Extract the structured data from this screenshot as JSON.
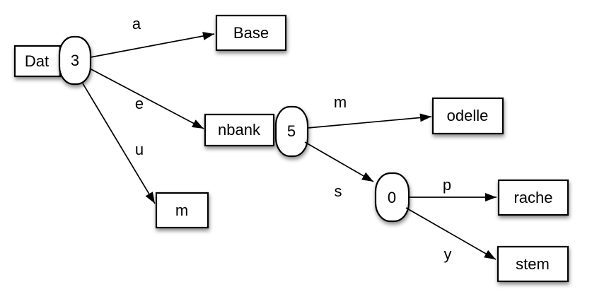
{
  "diagram": {
    "kind": "patricia-trie",
    "colors": {
      "background": "#ffffff",
      "node_fill": "#ffffff",
      "stroke": "#000000",
      "shadow": "#b0b0b0"
    },
    "nodes": {
      "dat": {
        "label": "Dat",
        "shape": "rect"
      },
      "n3": {
        "label": "3",
        "shape": "capsule"
      },
      "base": {
        "label": "Base",
        "shape": "rect"
      },
      "nbank": {
        "label": "nbank",
        "shape": "rect"
      },
      "n5": {
        "label": "5",
        "shape": "capsule"
      },
      "mleaf": {
        "label": "m",
        "shape": "rect"
      },
      "odelle": {
        "label": "odelle",
        "shape": "rect"
      },
      "n0": {
        "label": "0",
        "shape": "capsule"
      },
      "rache": {
        "label": "rache",
        "shape": "rect"
      },
      "stem": {
        "label": "stem",
        "shape": "rect"
      }
    },
    "edges": [
      {
        "from": "Dat(3)",
        "to": "Base",
        "label": "a"
      },
      {
        "from": "Dat(3)",
        "to": "nbank(5)",
        "label": "e"
      },
      {
        "from": "Dat(3)",
        "to": "m",
        "label": "u"
      },
      {
        "from": "nbank(5)",
        "to": "odelle",
        "label": "m"
      },
      {
        "from": "nbank(5)",
        "to": "0",
        "label": "s"
      },
      {
        "from": "0",
        "to": "rache",
        "label": "p"
      },
      {
        "from": "0",
        "to": "stem",
        "label": "y"
      }
    ]
  }
}
